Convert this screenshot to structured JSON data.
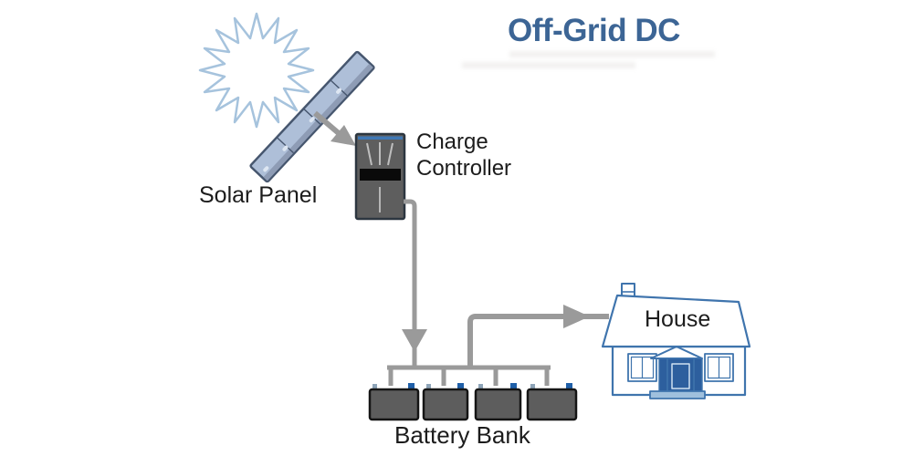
{
  "title": {
    "label": "Off-Grid DC"
  },
  "labels": {
    "solar_panel": "Solar Panel",
    "charge_controller": "Charge Controller",
    "battery_bank": "Battery Bank",
    "house": "House"
  },
  "diagram": {
    "type": "flow-diagram",
    "description_visible_only": "Off-grid DC solar power system diagram",
    "nodes": [
      {
        "id": "sun",
        "icon": "sun-icon",
        "label": ""
      },
      {
        "id": "solar-panel",
        "icon": "solar-panel-icon",
        "label": "Solar Panel"
      },
      {
        "id": "charge-controller",
        "icon": "charge-controller-icon",
        "label": "Charge Controller"
      },
      {
        "id": "battery-bank",
        "icon": "battery-icon",
        "label": "Battery Bank",
        "battery_count": 4
      },
      {
        "id": "house",
        "icon": "house-icon",
        "label": "House"
      }
    ],
    "connections": [
      {
        "from": "solar-panel",
        "to": "charge-controller",
        "style": "gray-arrow"
      },
      {
        "from": "charge-controller",
        "to": "battery-bank",
        "style": "gray-arrow"
      },
      {
        "from": "battery-bank",
        "to": "house",
        "style": "gray-arrow"
      }
    ]
  },
  "colors": {
    "background": "#ffffff",
    "title_text": "#3c6595",
    "label_text": "#1c1c1c",
    "wire_gray": "#9a9a9a",
    "sun_outline": "#a6c3dd",
    "panel_fill": "#aebfd8",
    "panel_outline": "#46566e",
    "controller_body": "#5e5e5e",
    "controller_blue_stripe": "#3f77b4",
    "controller_black_band": "#0a0a0a",
    "battery_body": "#5d5d5d",
    "battery_terminal_positive": "#1f5fa8",
    "battery_terminal_negative": "#8ea4b8",
    "house_outline": "#3f74ad",
    "house_door_fill": "#2d5f9e"
  }
}
